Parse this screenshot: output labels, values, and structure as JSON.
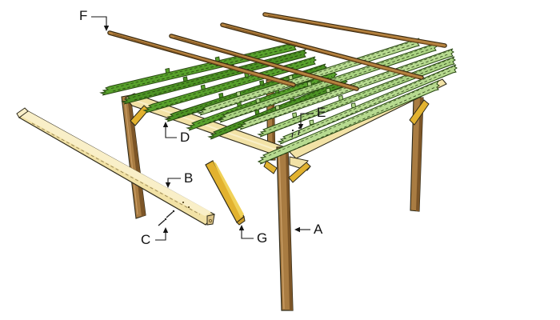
{
  "diagram": {
    "kind": "pergola-exploded-assembly-diagram",
    "background": "#ffffff"
  },
  "labels": {
    "A": "A",
    "B": "B",
    "C": "C",
    "D": "D",
    "E": "E",
    "F": "F",
    "G": "G"
  },
  "palette": {
    "background": "#ffffff",
    "label": "#111111",
    "leader": "#151515",
    "post_brown": "#a97c42",
    "post_brown_dark": "#7c5527",
    "post_highlight": "#cda26a",
    "beam_tan": "#f2e2a6",
    "beam_tan_light": "#f9efc8",
    "beam_tan_dark": "#dcc488",
    "rafter_dark_green": "#58a12c",
    "rafter_dark_green_alt": "#4c9224",
    "rafter_light_green": "#b7da90",
    "rafter_light_green_alt": "#abd383",
    "batten_brown": "#b5823f",
    "batten_brown_dark": "#3a2a10",
    "brace_yellow": "#e2b22f",
    "brace_yellow_light": "#f0d158",
    "brace_yellow_dark": "#c8992a",
    "outline_dark": "#2e2a1a",
    "green_outline": "#274711"
  }
}
